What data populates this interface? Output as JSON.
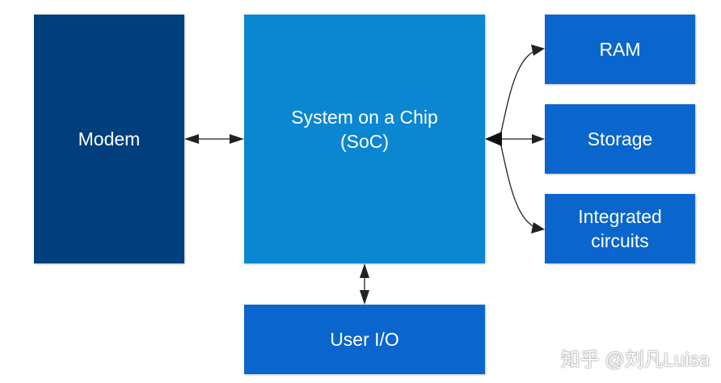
{
  "diagram": {
    "colors": {
      "modem": "#003e7e",
      "soc": "#0b86d1",
      "peripheral": "#0a66cc",
      "arrow": "#222222"
    },
    "blocks": {
      "modem": "Modem",
      "soc": "System on a Chip\n(SoC)",
      "ram": "RAM",
      "storage": "Storage",
      "integrated_circuits": "Integrated\ncircuits",
      "user_io": "User I/O"
    },
    "connections": [
      {
        "from": "modem",
        "to": "soc",
        "arrows": "both"
      },
      {
        "from": "soc",
        "to": "ram",
        "arrows": "both"
      },
      {
        "from": "soc",
        "to": "storage",
        "arrows": "both"
      },
      {
        "from": "soc",
        "to": "integrated_circuits",
        "arrows": "both"
      },
      {
        "from": "soc",
        "to": "user_io",
        "arrows": "both"
      }
    ]
  },
  "watermark": "知乎 @刘凡Luisa"
}
